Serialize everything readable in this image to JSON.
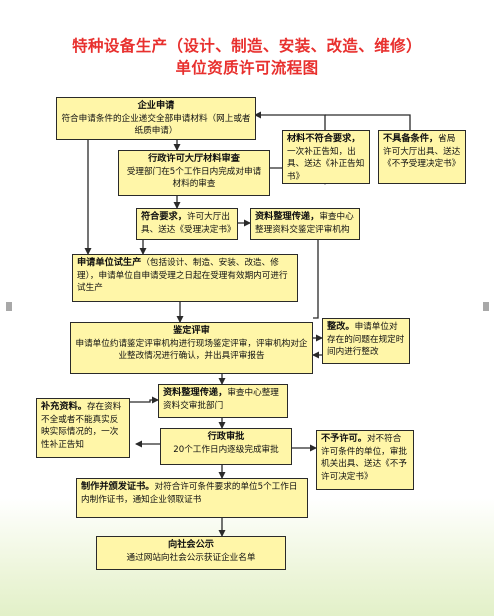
{
  "title": {
    "line1": "特种设备生产（设计、制造、安装、改造、维修）",
    "line2": "单位资质许可流程图"
  },
  "nodes": {
    "enterprise_apply": {
      "head": "企业申请",
      "body": "符合申请条件的企业递交全部申请材料（网上或者纸质申请）"
    },
    "materials_incomplete": {
      "head": "材料不符合要求，",
      "body": "一次补正告知，出具、送达《补正告知书》"
    },
    "not_eligible": {
      "head": "不具备条件，",
      "body": "省局许可大厅出具、送达《不予受理决定书》"
    },
    "hall_review": {
      "head": "行政许可大厅材料审查",
      "body": "受理部门在5个工作日内完成对申请材料的审查"
    },
    "meets_req": {
      "head": "符合要求，",
      "body": "许可大厅出具、送达《受理决定书》"
    },
    "materials_transfer_1": {
      "head": "资料整理传递，",
      "body": "审查中心整理资料交鉴定评审机构"
    },
    "trial_production": {
      "head": "申请单位试生产",
      "body": "（包括设计、制造、安装、改造、修理），申请单位自申请受理之日起在受理有效期内可进行试生产"
    },
    "rectification": {
      "head": "整改。",
      "body": "申请单位对存在的问题在规定时间内进行整改"
    },
    "evaluation": {
      "head": "鉴定评审",
      "body": "申请单位约请鉴定评审机构进行现场鉴定评审，评审机构对企业整改情况进行确认，并出具评审报告"
    },
    "materials_transfer_2": {
      "head": "资料整理传递，",
      "body": "审查中心整理资料交审批部门"
    },
    "supplement": {
      "head": "补充资料。",
      "body": "存在资料不全或者不能真实反映实际情况的，一次性补正告知"
    },
    "approval": {
      "head": "行政审批",
      "body": "20个工作日内逐级完成审批"
    },
    "denied": {
      "head": "不予许可。",
      "body": "对不符合许可条件的单位，审批机关出具、送达《不予许可决定书》"
    },
    "certificate": {
      "head": "制作并颁发证书。",
      "body": "对符合许可条件要求的单位5个工作日内制作证书，通知企业领取证书"
    },
    "publicity": {
      "head": "向社会公示",
      "body": "通过网站向社会公示获证企业名单"
    }
  },
  "colors": {
    "title": "#e8302e",
    "box_fill": "#fff6a8",
    "line": "#2a2a2a",
    "bottom_band": "#e2f0c8"
  }
}
